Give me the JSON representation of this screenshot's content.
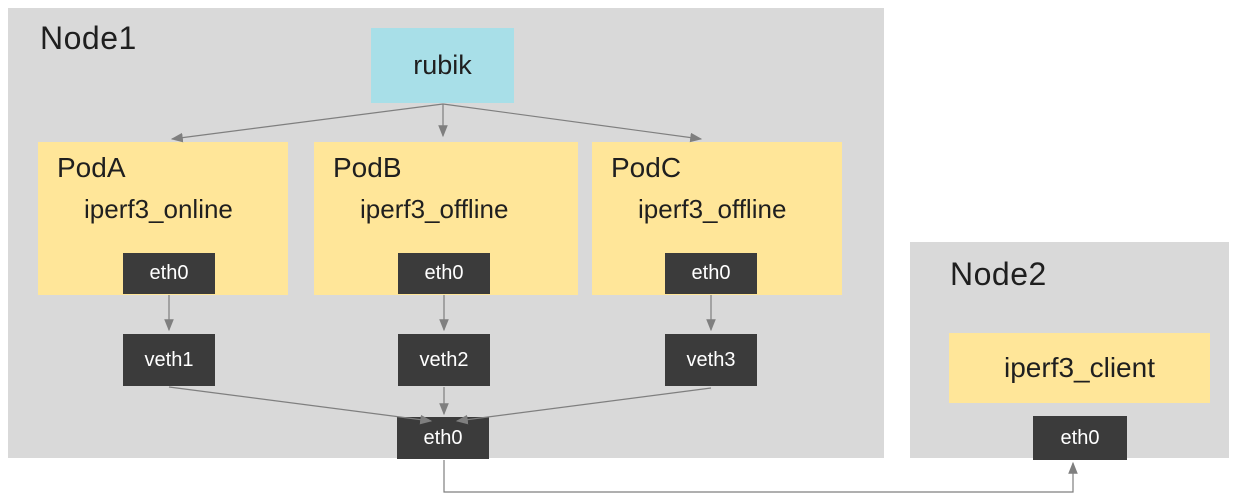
{
  "diagram": {
    "node1": {
      "title": "Node1",
      "rubik_label": "rubik",
      "pods": [
        {
          "name": "PodA",
          "app": "iperf3_online",
          "eth": "eth0",
          "veth": "veth1"
        },
        {
          "name": "PodB",
          "app": "iperf3_offline",
          "eth": "eth0",
          "veth": "veth2"
        },
        {
          "name": "PodC",
          "app": "iperf3_offline",
          "eth": "eth0",
          "veth": "veth3"
        }
      ],
      "host_eth": "eth0"
    },
    "node2": {
      "title": "Node2",
      "client_label": "iperf3_client",
      "eth": "eth0"
    },
    "edges": [
      {
        "from": "rubik",
        "to": "PodA"
      },
      {
        "from": "rubik",
        "to": "PodB"
      },
      {
        "from": "rubik",
        "to": "PodC"
      },
      {
        "from": "PodA.eth0",
        "to": "veth1"
      },
      {
        "from": "PodB.eth0",
        "to": "veth2"
      },
      {
        "from": "PodC.eth0",
        "to": "veth3"
      },
      {
        "from": "veth1",
        "to": "Node1.eth0"
      },
      {
        "from": "veth2",
        "to": "Node1.eth0"
      },
      {
        "from": "veth3",
        "to": "Node1.eth0"
      },
      {
        "from": "Node1.eth0",
        "to": "Node2.eth0"
      }
    ],
    "colors": {
      "node_bg": "#d9d9d9",
      "pod_bg": "#ffe699",
      "rubik_bg": "#a8dfe8",
      "iface_bg": "#3b3b3b",
      "iface_text": "#ffffff",
      "arrow": "#7f7f7f",
      "title_text": "#1f1f1f"
    }
  }
}
